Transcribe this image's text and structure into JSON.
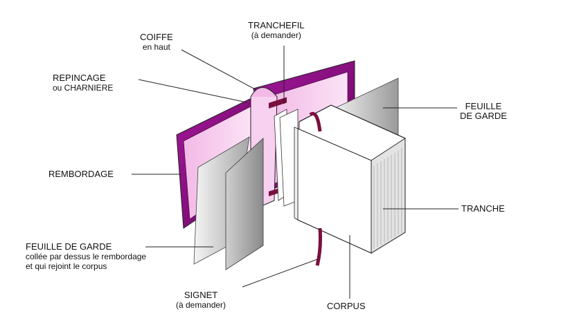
{
  "labels": {
    "coiffe": {
      "line1": "COIFFE",
      "line2": "en haut"
    },
    "tranchefil": {
      "line1": "TRANCHEFIL",
      "line2": "(à demander)"
    },
    "repincage": {
      "line1": "REPINCAGE",
      "line2": "ou CHARNIERE"
    },
    "feuille_right": {
      "line1": "FEUILLE",
      "line2": "DE GARDE"
    },
    "rembordage": "REMBORDAGE",
    "tranche": "TRANCHE",
    "feuille_left": {
      "line1": "FEUILLE DE GARDE",
      "line2": "collée par dessus le rembordage",
      "line3": "et qui rejoint le corpus"
    },
    "signet": {
      "line1": "SIGNET",
      "line2": "(à demander)"
    },
    "corpus": "CORPUS"
  },
  "colors": {
    "cover": "#8e0b7e",
    "cover_inner": "#f6c8ee",
    "spine": "#f8d0f0",
    "ribbon": "#7a0f3e",
    "leaf_grey": "#b8b8b8"
  }
}
